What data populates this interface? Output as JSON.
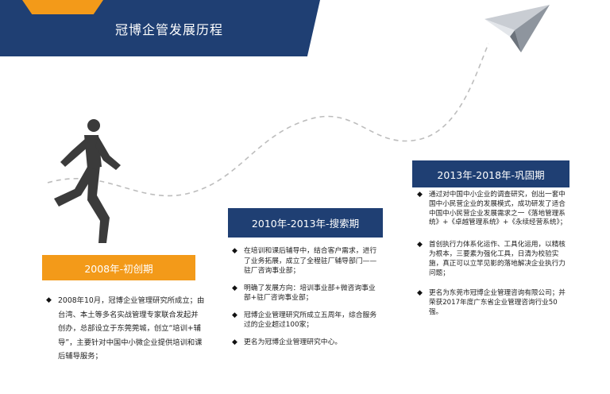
{
  "header": {
    "title": "冠博企管发展历程"
  },
  "colors": {
    "navy": "#1f3f73",
    "orange": "#f39a19",
    "runner": "#3b3b3b",
    "curve": "#bdbdbd"
  },
  "icons": {
    "runner": "running-man-icon",
    "plane": "paper-plane-icon",
    "bullet": "diamond-bullet-icon"
  },
  "phases": [
    {
      "label": "2008年-初创期",
      "items": [
        "2008年10月，冠博企业管理研究所成立；由台湾、本土等多名实战管理专家联合发起并创办，总部设立于东莞莞城，创立“培训+辅导”，主要针对中国中小微企业提供培训和课后辅导服务；"
      ]
    },
    {
      "label": "2010年-2013年-搜索期",
      "items": [
        "在培训和课后辅导中，结合客户需求，进行了业务拓展，成立了全程驻厂辅导部门——驻厂咨询事业部；",
        "明确了发展方向：培训事业部+微咨询事业部+驻厂咨询事业部；",
        "冠博企业管理研究所成立五周年，综合服务过的企业超过100家；",
        "更名为冠博企业管理研究中心。"
      ]
    },
    {
      "label": "2013年-2018年-巩固期",
      "items": [
        "通过对中国中小企业的调查研究，创出一套中国中小民营企业的发展模式，成功研发了适合中国中小民营企业发展需求之一《落地管理系统》+《卓越管理系统》+《永续经营系统》；",
        "首创执行力体系化运作、工具化运用，以精核为根本，三要素为强化工具，日清为校验实施，真正可以立竿见影的落地解决企业执行力问题；",
        "更名为东莞市冠博企业管理咨询有限公司；并荣获2017年度广东省企业管理咨询行业50强。"
      ]
    }
  ]
}
